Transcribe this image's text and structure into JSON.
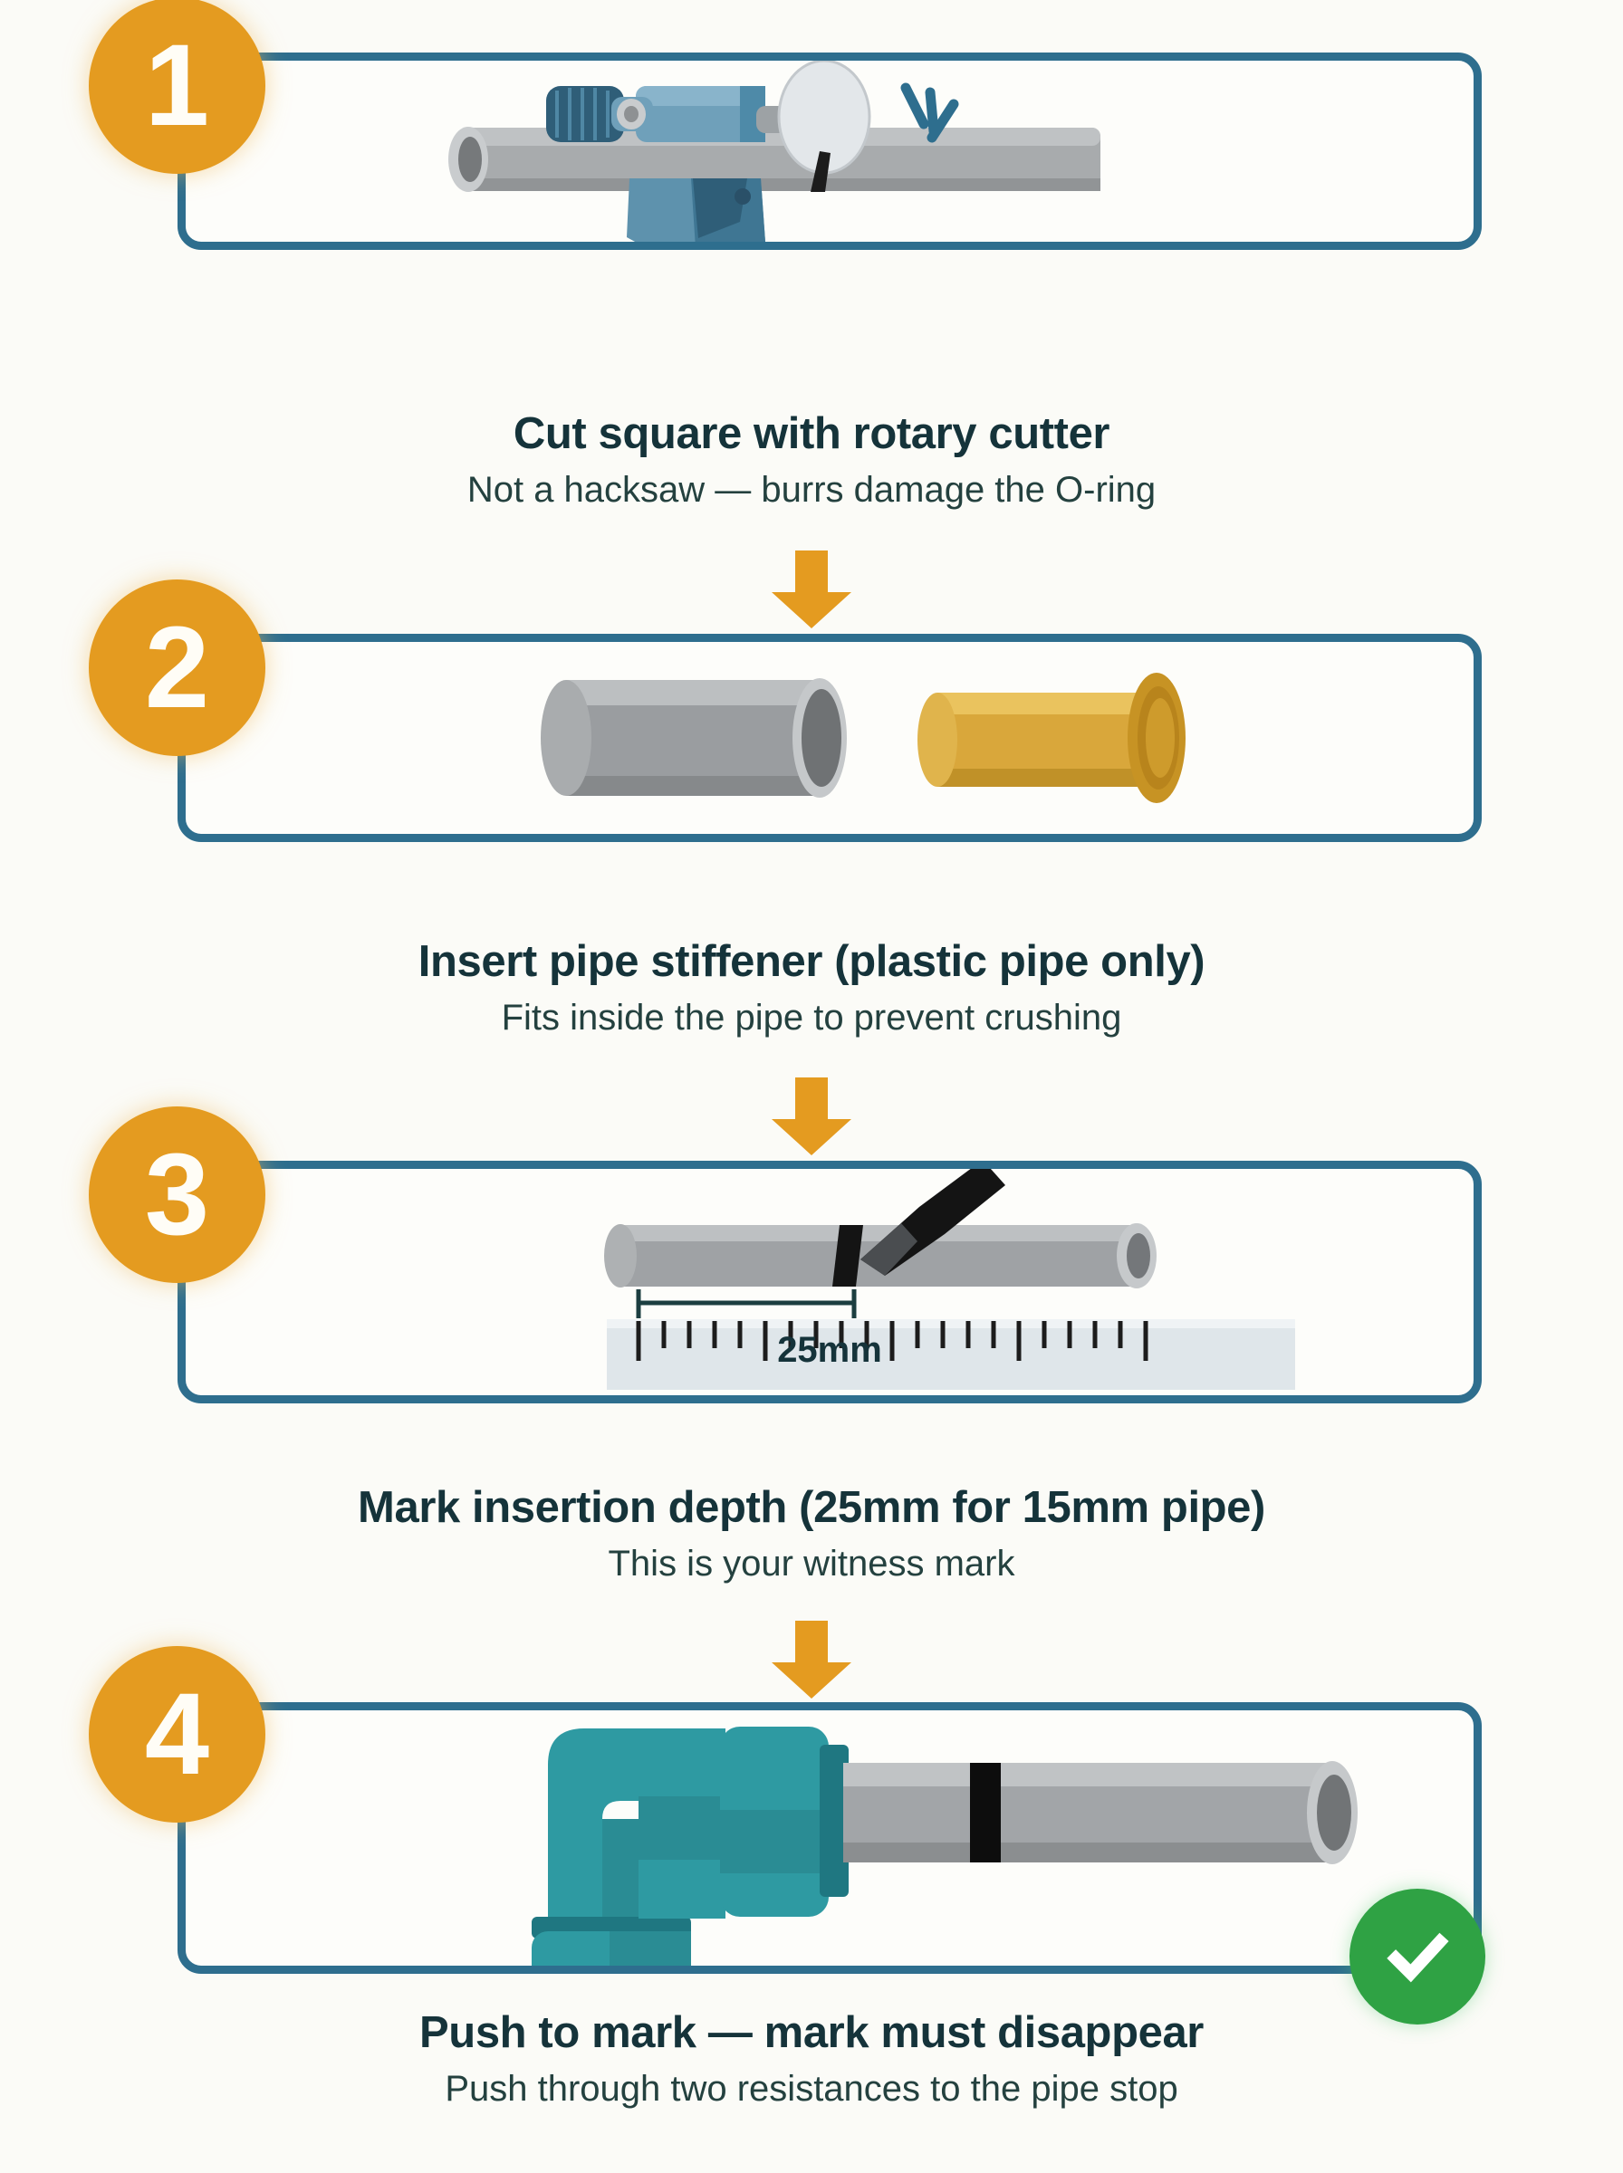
{
  "document": {
    "type": "instructional-infographic",
    "subject": "Push-fit pipe connection procedure",
    "background_color": "#FBFBF7",
    "accent_color": "#E49B20",
    "panel_border_color": "#2E6E8E",
    "title_color": "#15333A",
    "success_color": "#2FA244"
  },
  "steps": [
    {
      "number": "1",
      "title": "Cut square with rotary cutter",
      "subtitle": "Not a hacksaw — burrs damage the O-ring",
      "illustration": "rotary-pipe-cutter-on-pipe"
    },
    {
      "number": "2",
      "title": "Insert pipe stiffener (plastic pipe only)",
      "subtitle": "Fits inside the pipe to prevent crushing",
      "illustration": "grey-pipe-and-brass-stiffener"
    },
    {
      "number": "3",
      "title": "Mark insertion depth (25mm for 15mm pipe)",
      "subtitle": "This is your witness mark",
      "illustration": "pipe-with-marker-and-ruler",
      "measurement_label": "25mm"
    },
    {
      "number": "4",
      "title": "Push to mark — mark must disappear",
      "subtitle": "Push through two resistances to the pipe stop",
      "illustration": "teal-elbow-fitting-with-marked-pipe",
      "status_badge": "check-mark"
    }
  ],
  "connectors": [
    {
      "from": "1",
      "to": "2",
      "icon": "down-arrow"
    },
    {
      "from": "2",
      "to": "3",
      "icon": "down-arrow"
    },
    {
      "from": "3",
      "to": "4",
      "icon": "down-arrow"
    }
  ]
}
